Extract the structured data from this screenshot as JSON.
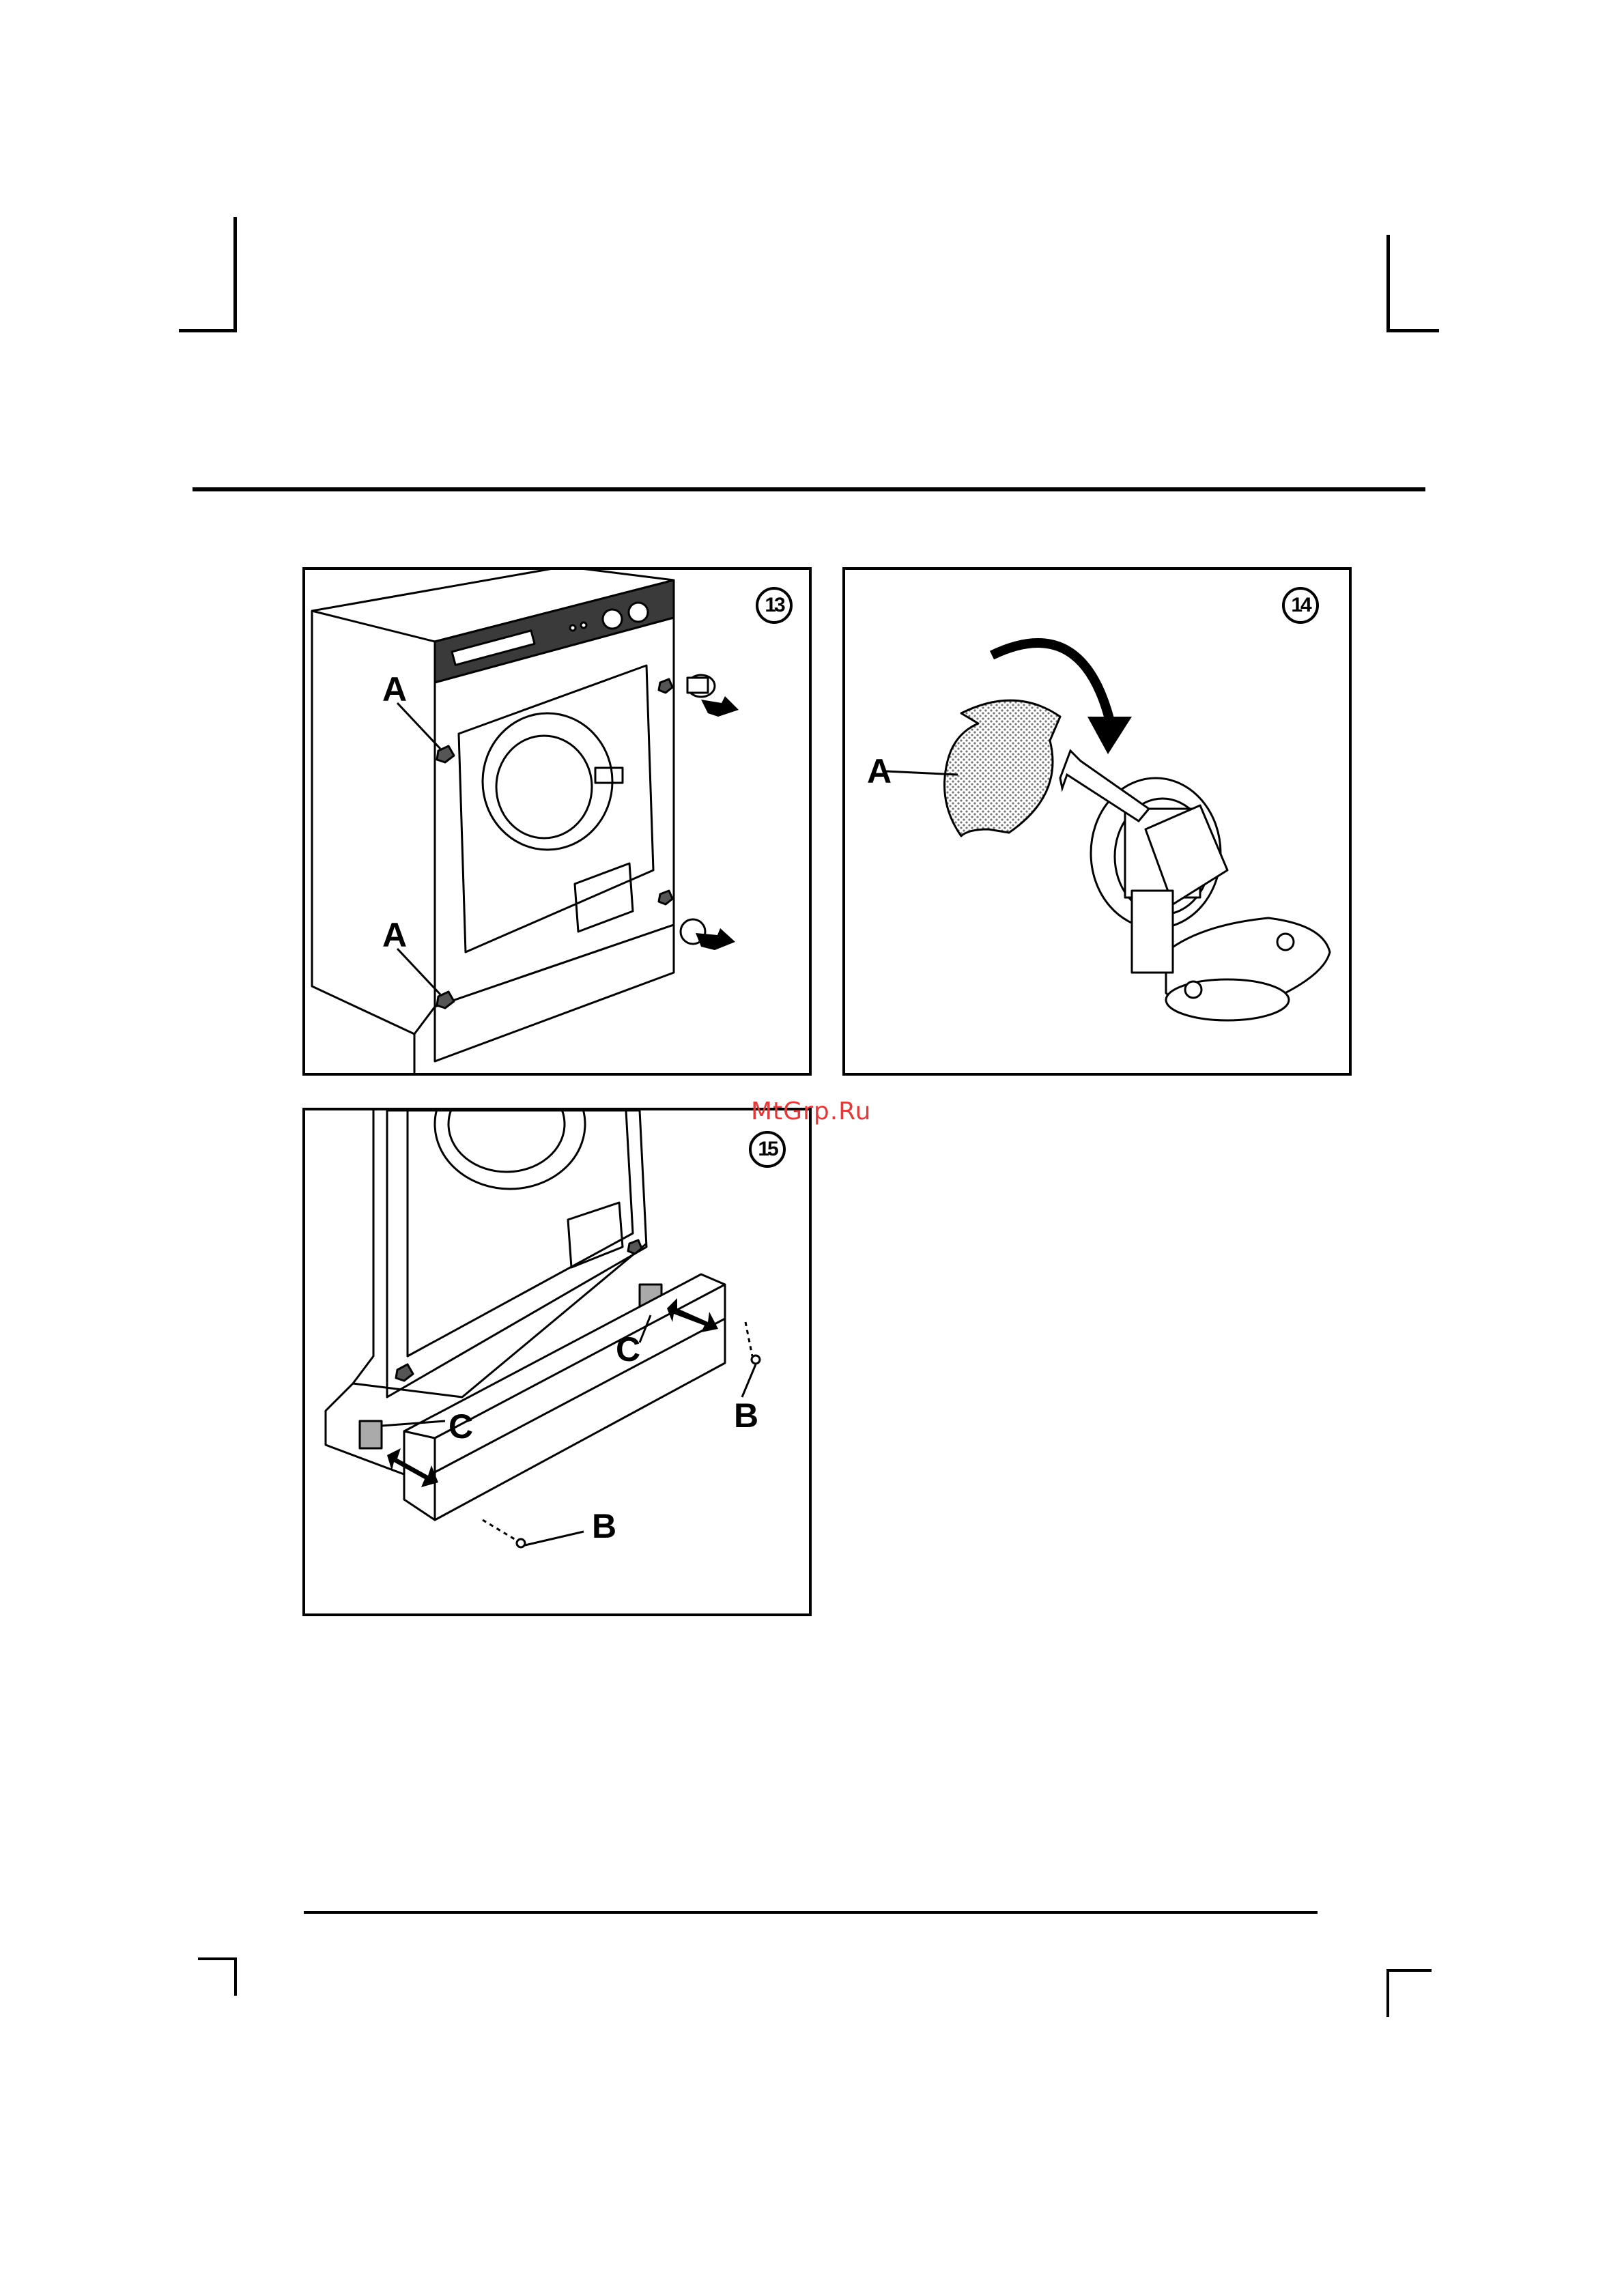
{
  "figures": [
    {
      "number": "13",
      "labels": [
        "A",
        "A"
      ]
    },
    {
      "number": "14",
      "labels": [
        "A"
      ]
    },
    {
      "number": "15",
      "labels": [
        "C",
        "C",
        "B",
        "B"
      ]
    }
  ],
  "watermark": "MtGrp.Ru"
}
